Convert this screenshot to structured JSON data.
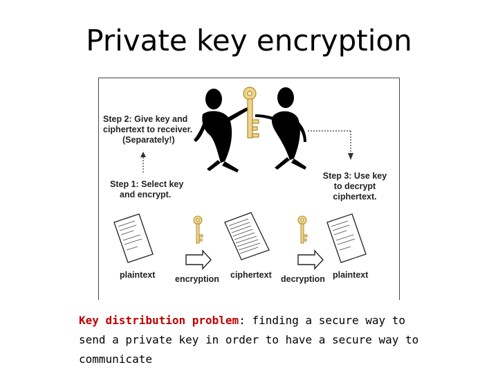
{
  "title": "Private key encryption",
  "diagram": {
    "step1": [
      "Step 1: Select key",
      "and encrypt."
    ],
    "step2": [
      "Step 2: Give key and",
      "ciphertext to receiver.",
      "(Separately!)"
    ],
    "step3": [
      "Step 3: Use key",
      "to decrypt",
      "ciphertext."
    ],
    "labels": {
      "plaintext_left": "plaintext",
      "encryption": "encryption",
      "ciphertext": "ciphertext",
      "decryption": "decryption",
      "plaintext_right": "plaintext"
    },
    "colors": {
      "key": "#efd48a",
      "figure": "#000000",
      "arrow_fill": "#ffffff"
    }
  },
  "caption": {
    "highlight": "Key distribution problem",
    "rest": ": finding a secure way to send a private key in order to have a secure way to communicate"
  }
}
